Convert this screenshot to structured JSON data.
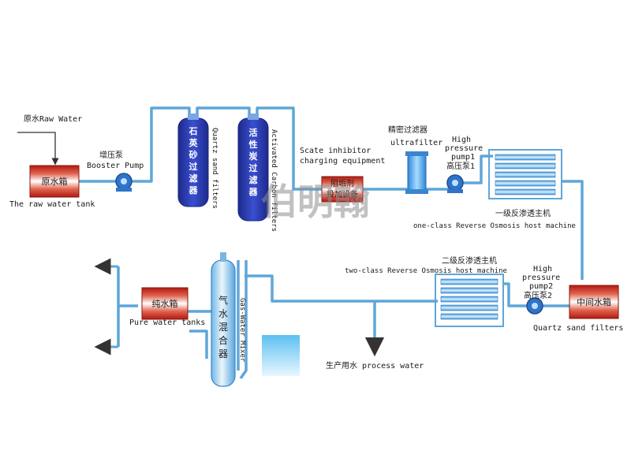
{
  "labels": {
    "raw_water": "原水Raw Water",
    "booster_pump_cn": "增压泵",
    "booster_pump_en": "Booster Pump",
    "raw_tank": "原水箱",
    "raw_tank_caption": "The raw water tank",
    "quartz_filter_cn": "石英砂过滤器",
    "quartz_filter_en": "Quartz sand filters",
    "carbon_filter_cn": "活性炭过滤器",
    "carbon_filter_en": "Activated Carbon filters",
    "scale_inhibitor_en1": "Scate inhibitor",
    "scale_inhibitor_en2": "charging equipment",
    "scale_inhibitor_cn1": "阻垢剂",
    "scale_inhibitor_cn2": "投加设备",
    "ultrafilter_cn": "精密过滤器",
    "ultrafilter_en": "ultrafilter",
    "hp_pump1_l1": "High",
    "hp_pump1_l2": "pressure",
    "hp_pump1_l3": "pump1",
    "hp_pump1_cn": "高压泵1",
    "ro1_cn": "一级反渗透主机",
    "ro1_en": "one-class Reverse Osmosis host machine",
    "ro2_cn": "二级反渗透主机",
    "ro2_en": "two-class Reverse Osmosis host machine",
    "hp_pump2_l1": "High",
    "hp_pump2_l2": "pressure",
    "hp_pump2_l3": "pump2",
    "hp_pump2_cn": "高压泵2",
    "mid_tank": "中间水箱",
    "mid_tank_caption": "Quartz sand filters",
    "pure_tank": "纯水箱",
    "pure_tank_caption": "Pure water tanks",
    "mixer_cn": "气水混合器",
    "mixer_en": "Gas-Water Mixer",
    "process_water": "生产用水 process water",
    "watermark": "伯明翰"
  },
  "colors": {
    "pipe": "#5fa6d8",
    "tank_red": "#c8261b",
    "filter_blue": "#2e3fb0",
    "pump_blue": "#2f74c8",
    "ro_blue": "#4aa3e0"
  }
}
